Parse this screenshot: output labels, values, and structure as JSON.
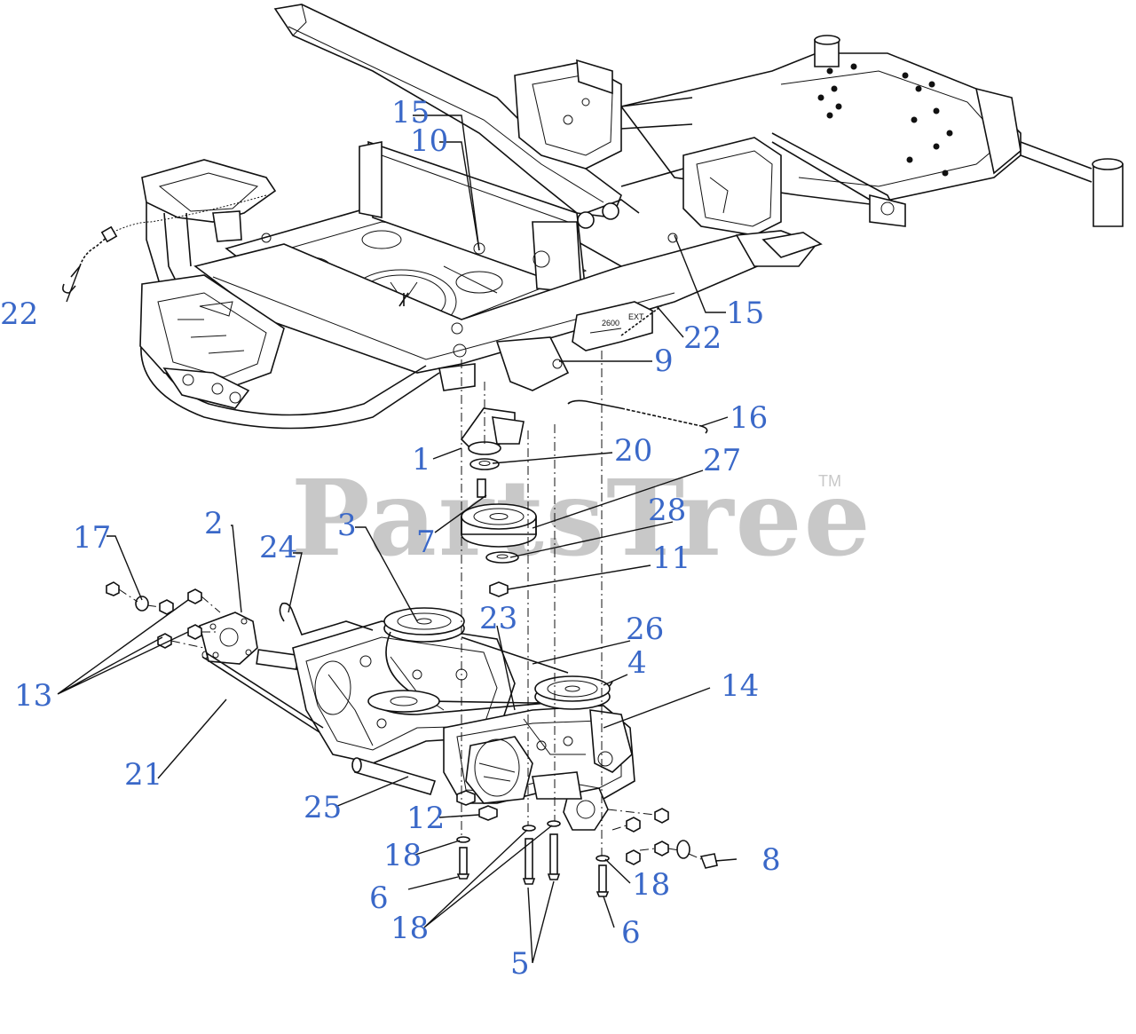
{
  "watermark": {
    "text": "PartsTree",
    "trademark": "TM"
  },
  "colors": {
    "callout": "#3a68c8",
    "watermark": "#c8c8c8",
    "line": "#111111"
  },
  "callouts": {
    "c1": "1",
    "c2": "2",
    "c3": "3",
    "c4": "4",
    "c5": "5",
    "c6a": "6",
    "c6b": "6",
    "c7": "7",
    "c8": "8",
    "c9": "9",
    "c10": "10",
    "c11": "11",
    "c12": "12",
    "c13": "13",
    "c14": "14",
    "c15a": "15",
    "c15b": "15",
    "c16": "16",
    "c17": "17",
    "c18a": "18",
    "c18b": "18",
    "c18c": "18",
    "c20": "20",
    "c21": "21",
    "c22a": "22",
    "c22b": "22",
    "c23": "23",
    "c24": "24",
    "c25": "25",
    "c26": "26",
    "c27": "27",
    "c28": "28"
  }
}
